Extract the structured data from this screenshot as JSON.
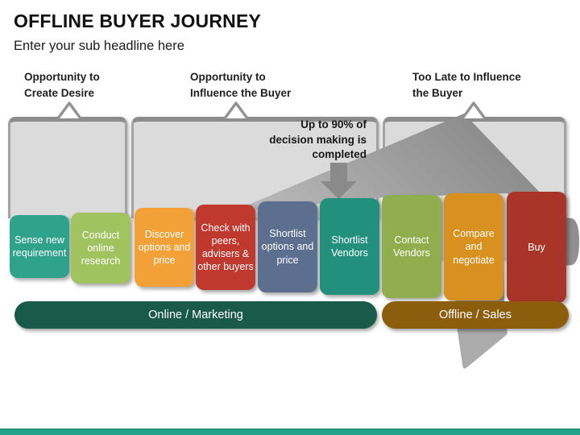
{
  "slide": {
    "title": "OFFLINE BUYER JOURNEY",
    "subtitle": "Enter your sub headline here"
  },
  "phase_labels": [
    {
      "label": "Opportunity to\nCreate Desire"
    },
    {
      "label": "Opportunity to\nInfluence the Buyer"
    },
    {
      "label": "Too Late to Influence\nthe Buyer"
    }
  ],
  "annotation": {
    "text": "Up to 90% of\ndecision making is\ncompleted"
  },
  "stages": [
    {
      "label": "Sense new requirement",
      "color": "#2FA28C"
    },
    {
      "label": "Conduct online research",
      "color": "#A0C25F"
    },
    {
      "label": "Discover options and price",
      "color": "#F1A138"
    },
    {
      "label": "Check with peers, advisers & other buyers",
      "color": "#BF392E"
    },
    {
      "label": "Shortlist options and price",
      "color": "#5C6F8E"
    },
    {
      "label": "Shortlist Vendors",
      "color": "#23907D"
    },
    {
      "label": "Contact Vendors",
      "color": "#90AE4D"
    },
    {
      "label": "Compare and negotiate",
      "color": "#D8901E"
    },
    {
      "label": "Buy",
      "color": "#A93428"
    }
  ],
  "bands": [
    {
      "label": "Online / Marketing",
      "color": "#1A5A4B"
    },
    {
      "label": "Offline / Sales",
      "color": "#8D5D0E"
    }
  ],
  "decor": {
    "panel_fill": "#DBDBDB",
    "panel_border": "#8C8C8C",
    "big_arrow_color": "#A8A8A8",
    "small_arrow_color": "#8A8A8A",
    "footer_color": "#22A38A"
  }
}
